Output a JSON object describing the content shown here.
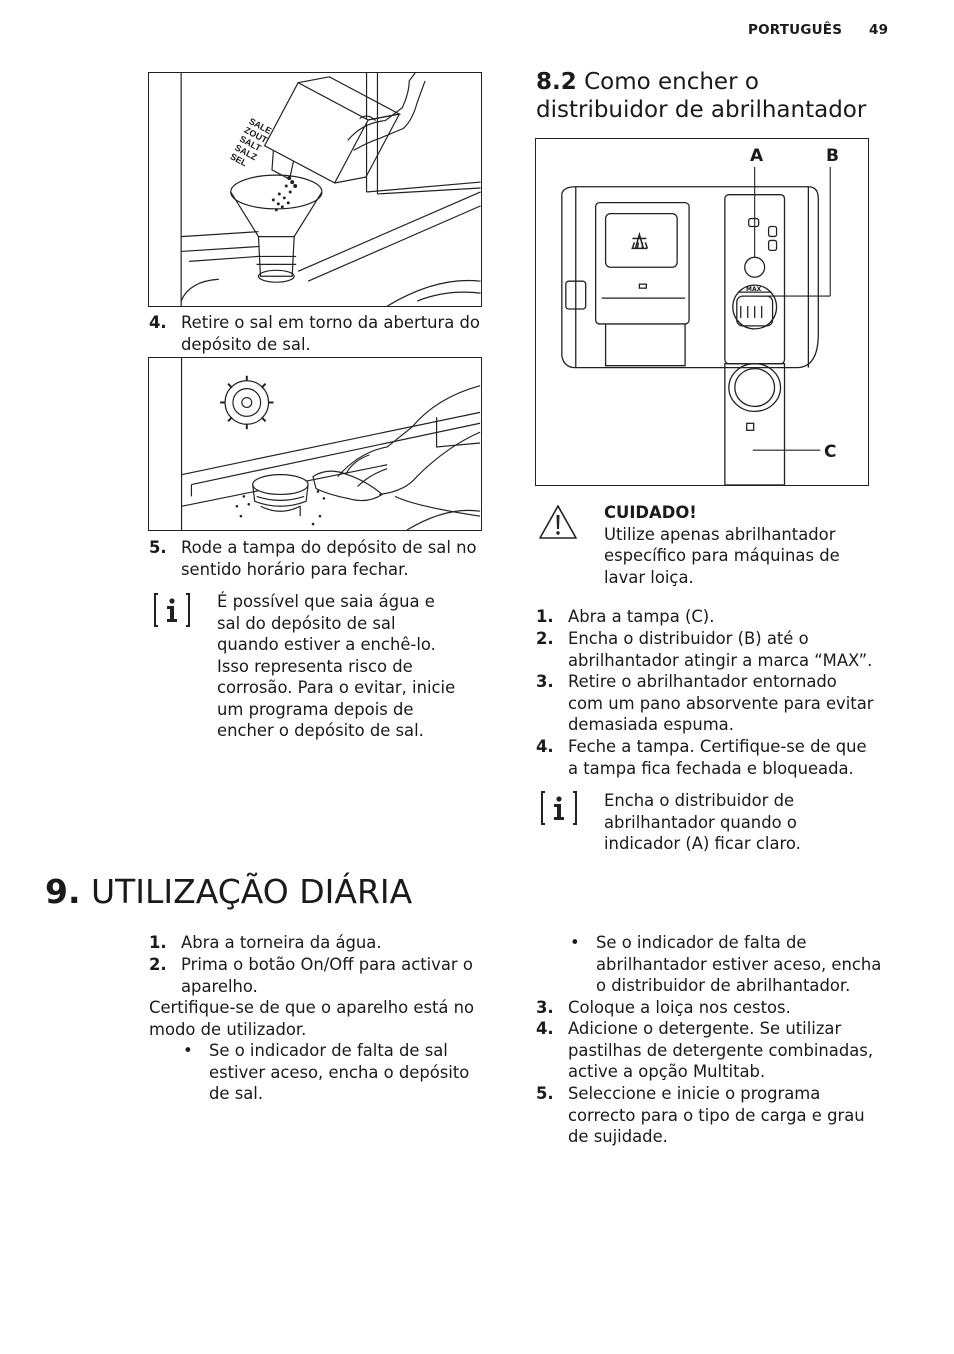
{
  "header": {
    "language": "PORTUGUÊS",
    "page_number": "49"
  },
  "left_column": {
    "figure1_box_labels": [
      "SALE",
      "ZOUT",
      "SALT",
      "SALZ",
      "SEL"
    ],
    "step4": {
      "num": "4.",
      "line1": "Retire o sal em torno da abertura do",
      "line2": "depósito de sal."
    },
    "step5": {
      "num": "5.",
      "line1": "Rode a tampa do depósito de sal no",
      "line2": "sentido horário para fechar."
    },
    "info_note_lines": [
      "É possível que saia água e",
      "sal do depósito de sal",
      "quando estiver a enchê-lo.",
      "Isso representa risco de",
      "corrosão. Para o evitar, inicie",
      "um programa depois de",
      "encher o depósito de sal."
    ]
  },
  "right_column": {
    "section": {
      "number": "8.2",
      "title_line1": "Como encher o",
      "title_line2": "distribuidor de abrilhantador"
    },
    "figure_labels": {
      "a": "A",
      "b": "B",
      "c": "C",
      "max": "MAX"
    },
    "caution": {
      "title": "CUIDADO!",
      "lines": [
        "Utilize apenas abrilhantador",
        "específico para máquinas de",
        "lavar loiça."
      ]
    },
    "steps": [
      {
        "num": "1.",
        "lines": [
          "Abra a tampa (C)."
        ]
      },
      {
        "num": "2.",
        "lines": [
          "Encha o distribuidor (B) até o",
          "abrilhantador atingir a marca “MAX”."
        ]
      },
      {
        "num": "3.",
        "lines": [
          "Retire o abrilhantador entornado",
          "com um pano absorvente para evitar",
          "demasiada espuma."
        ]
      },
      {
        "num": "4.",
        "lines": [
          "Feche a tampa. Certifique-se de que",
          "a tampa fica fechada e bloqueada."
        ]
      }
    ],
    "info_note_lines": [
      "Encha o distribuidor de",
      "abrilhantador quando o",
      "indicador (A) ficar claro."
    ]
  },
  "chapter": {
    "number": "9.",
    "title": "UTILIZAÇÃO DIÁRIA"
  },
  "chapter_left": {
    "step1": {
      "num": "1.",
      "text": "Abra a torneira da água."
    },
    "step2": {
      "num": "2.",
      "line1": "Prima o botão On/Off para activar o",
      "line2": "aparelho."
    },
    "para_lines": [
      "Certifique-se de que o aparelho está no",
      "modo de utilizador."
    ],
    "bullet": {
      "mark": "•",
      "lines": [
        "Se o indicador de falta de sal",
        "estiver aceso, encha o depósito",
        "de sal."
      ]
    }
  },
  "chapter_right": {
    "bullet": {
      "mark": "•",
      "lines": [
        "Se o indicador de falta de",
        "abrilhantador estiver aceso, encha",
        "o distribuidor de abrilhantador."
      ]
    },
    "step3": {
      "num": "3.",
      "text": "Coloque a loiça nos cestos."
    },
    "step4": {
      "num": "4.",
      "lines": [
        "Adicione o detergente. Se utilizar",
        "pastilhas de detergente combinadas,",
        "active a opção Multitab."
      ]
    },
    "step5": {
      "num": "5.",
      "lines": [
        "Seleccione e inicie o programa",
        "correcto para o tipo de carga e grau",
        "de sujidade."
      ]
    }
  }
}
